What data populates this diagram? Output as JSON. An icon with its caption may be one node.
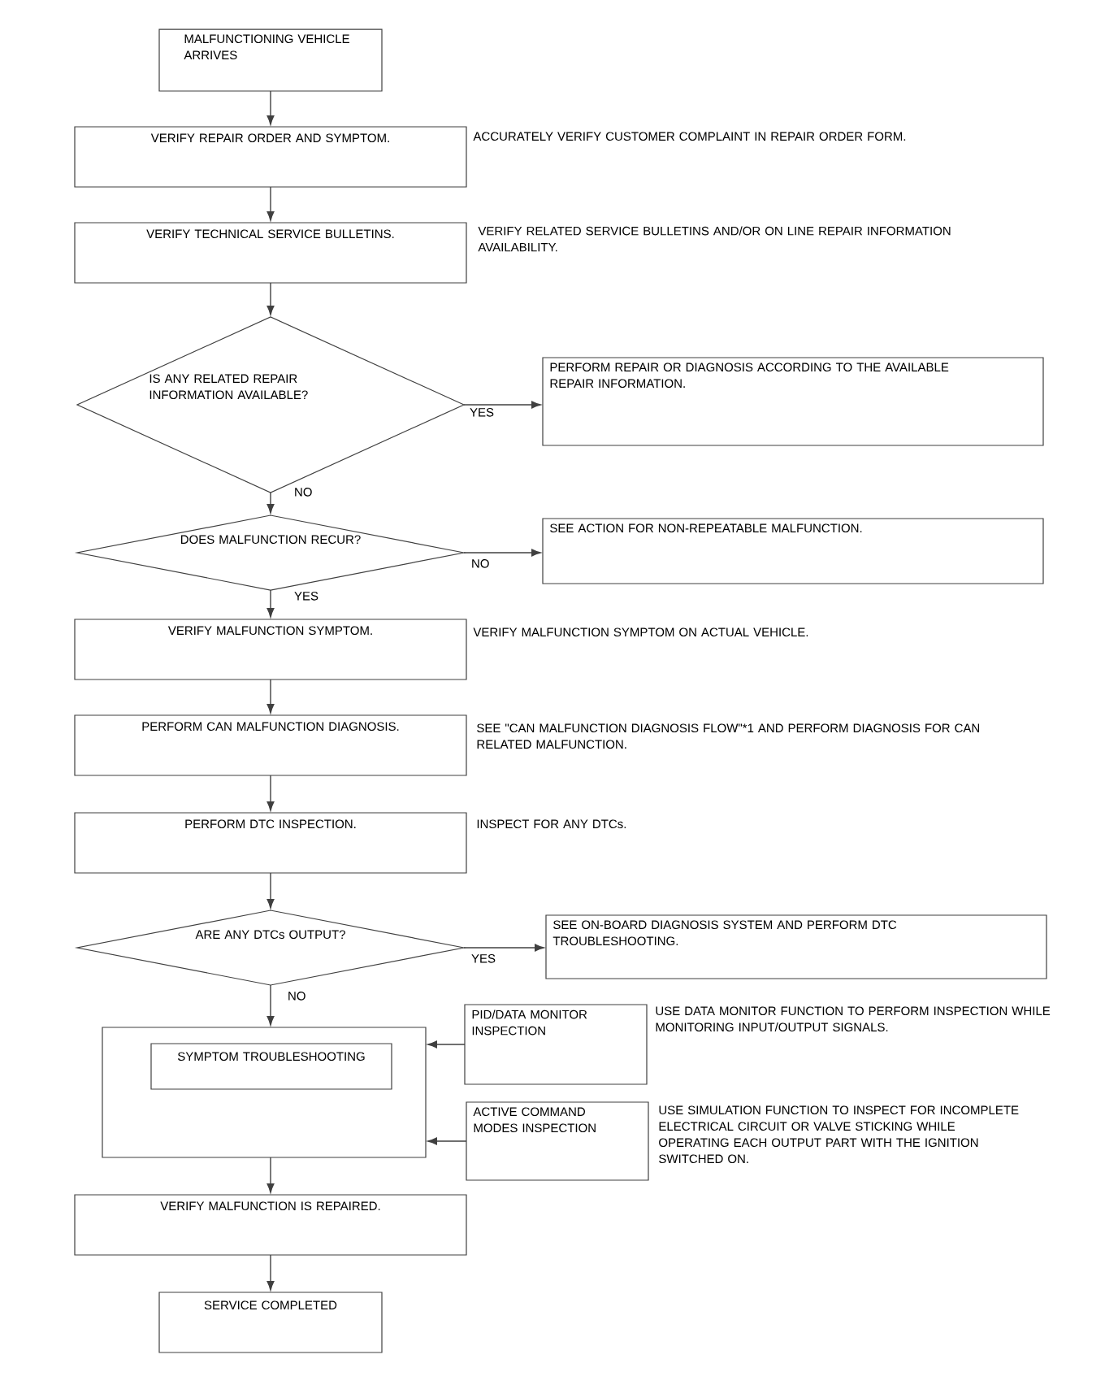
{
  "diagram": {
    "nodes": [
      {
        "text": [
          "MALFUNCTIONING VEHICLE ARRIVES"
        ]
      },
      {
        "text": [
          "VERIFY REPAIR ORDER AND SYMPTOM."
        ],
        "beside": [
          "ACCURATELY VERIFY CUSTOMER COMPLAINT IN REPAIR ORDER FORM."
        ]
      },
      {
        "text": [
          "VERIFY TECHNICAL SERVICE BULLETINS."
        ],
        "beside": [
          "VERIFY RELATED SERVICE BULLETINS AND/OR ON LINE REPAIR INFORMATION AVAILABILITY."
        ]
      },
      {
        "text": [
          "IS ANY RELATED REPAIR INFORMATION AVAILABLE?"
        ]
      },
      {
        "text": [
          "PERFORM REPAIR OR DIAGNOSIS ACCORDING TO THE AVAILABLE REPAIR INFORMATION."
        ]
      },
      {
        "text": [
          "DOES MALFUNCTION RECUR?"
        ]
      },
      {
        "text": [
          "SEE ACTION FOR NON-REPEATABLE MALFUNCTION."
        ]
      },
      {
        "text": [
          "VERIFY MALFUNCTION SYMPTOM."
        ],
        "beside": [
          "VERIFY MALFUNCTION SYMPTOM ON ACTUAL VEHICLE."
        ]
      },
      {
        "text": [
          "PERFORM CAN MALFUNCTION DIAGNOSIS."
        ],
        "beside": [
          "SEE \"CAN MALFUNCTION DIAGNOSIS FLOW\"*1 AND PERFORM DIAGNOSIS FOR CAN RELATED MALFUNCTION."
        ]
      },
      {
        "text": [
          "PERFORM DTC INSPECTION."
        ],
        "beside": [
          "INSPECT FOR ANY DTCs."
        ]
      },
      {
        "text": [
          "ARE ANY DTCs OUTPUT?"
        ]
      },
      {
        "text": [
          "SEE ON-BOARD DIAGNOSIS SYSTEM AND PERFORM DTC TROUBLESHOOTING."
        ]
      },
      {
        "text": [],
        "shape": "box"
      },
      {
        "text": [
          "SYMPTOM TROUBLESHOOTING"
        ],
        "in": 12
      },
      {
        "text": [
          "PID/DATA MONITOR INSPECTION"
        ],
        "beside": [
          "USE DATA MONITOR FUNCTION TO PERFORM INSPECTION WHILE MONITORING INPUT/OUTPUT SIGNALS."
        ]
      },
      {
        "text": [
          "ACTIVE COMMAND MODES INSPECTION"
        ],
        "beside": [
          "USE SIMULATION FUNCTION TO INSPECT FOR INCOMPLETE ELECTRICAL CIRCUIT OR VALVE STICKING WHILE OPERATING EACH OUTPUT PART WITH THE IGNITION SWITCHED ON."
        ]
      },
      {
        "text": [
          "VERIFY MALFUNCTION IS REPAIRED."
        ]
      },
      {
        "text": [
          "SERVICE COMPLETED"
        ]
      }
    ],
    "edges": [
      {
        "from": 0,
        "to": 1,
        "arrow": "to"
      },
      {
        "from": 1,
        "to": 2,
        "arrow": "to"
      },
      {
        "from": 2,
        "to": 3,
        "arrow": "to"
      },
      {
        "from": 3,
        "to": 4,
        "arrow": "to",
        "label": "YES"
      },
      {
        "from": 3,
        "to": 5,
        "arrow": "to",
        "label": "NO"
      },
      {
        "from": 5,
        "to": 6,
        "arrow": "to",
        "label": "NO"
      },
      {
        "from": 5,
        "to": 7,
        "arrow": "to",
        "label": "YES"
      },
      {
        "from": 7,
        "to": 8,
        "arrow": "to"
      },
      {
        "from": 8,
        "to": 9,
        "arrow": "to"
      },
      {
        "from": 9,
        "to": 10,
        "arrow": "to"
      },
      {
        "from": 10,
        "to": 11,
        "arrow": "to",
        "label": "YES"
      },
      {
        "from": 10,
        "to": 12,
        "arrow": "to",
        "label": "NO"
      },
      {
        "from": 14,
        "to": 12,
        "arrow": "to"
      },
      {
        "from": 15,
        "to": 12,
        "arrow": "to"
      },
      {
        "from": 12,
        "to": 16,
        "arrow": "to"
      },
      {
        "from": 16,
        "to": 17,
        "arrow": "to"
      }
    ]
  }
}
